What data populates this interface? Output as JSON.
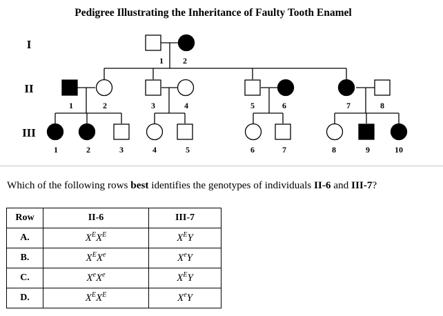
{
  "pedigree": {
    "title": "Pedigree Illustrating the Inheritance of Faulty Tooth Enamel",
    "generations": [
      "I",
      "II",
      "III"
    ],
    "individuals": [
      {
        "id": "I-1",
        "label": "1",
        "sex": "male",
        "affected": false
      },
      {
        "id": "I-2",
        "label": "2",
        "sex": "female",
        "affected": true
      },
      {
        "id": "II-1",
        "label": "1",
        "sex": "male",
        "affected": true
      },
      {
        "id": "II-2",
        "label": "2",
        "sex": "female",
        "affected": false
      },
      {
        "id": "II-3",
        "label": "3",
        "sex": "male",
        "affected": false
      },
      {
        "id": "II-4",
        "label": "4",
        "sex": "female",
        "affected": false
      },
      {
        "id": "II-5",
        "label": "5",
        "sex": "male",
        "affected": false
      },
      {
        "id": "II-6",
        "label": "6",
        "sex": "female",
        "affected": true
      },
      {
        "id": "II-7",
        "label": "7",
        "sex": "female",
        "affected": true
      },
      {
        "id": "II-8",
        "label": "8",
        "sex": "male",
        "affected": false
      },
      {
        "id": "III-1",
        "label": "1",
        "sex": "female",
        "affected": true
      },
      {
        "id": "III-2",
        "label": "2",
        "sex": "female",
        "affected": true
      },
      {
        "id": "III-3",
        "label": "3",
        "sex": "male",
        "affected": false
      },
      {
        "id": "III-4",
        "label": "4",
        "sex": "female",
        "affected": false
      },
      {
        "id": "III-5",
        "label": "5",
        "sex": "male",
        "affected": false
      },
      {
        "id": "III-6",
        "label": "6",
        "sex": "female",
        "affected": false
      },
      {
        "id": "III-7",
        "label": "7",
        "sex": "male",
        "affected": false
      },
      {
        "id": "III-8",
        "label": "8",
        "sex": "female",
        "affected": false
      },
      {
        "id": "III-9",
        "label": "9",
        "sex": "male",
        "affected": true
      },
      {
        "id": "III-10",
        "label": "10",
        "sex": "female",
        "affected": true
      }
    ]
  },
  "question": {
    "prefix": "Which of the following rows ",
    "emphasis": "best",
    "middle": " identifies the genotypes of individuals ",
    "person1": "II-6",
    "conj": " and ",
    "person2": "III-7",
    "suffix": "?"
  },
  "table": {
    "headers": [
      "Row",
      "II-6",
      "III-7"
    ],
    "rows": [
      {
        "row": "A.",
        "g1": [
          [
            "X",
            "E"
          ],
          [
            "X",
            "E"
          ]
        ],
        "g2": [
          [
            "X",
            "E"
          ],
          [
            "Y",
            ""
          ]
        ]
      },
      {
        "row": "B.",
        "g1": [
          [
            "X",
            "E"
          ],
          [
            "X",
            "e"
          ]
        ],
        "g2": [
          [
            "X",
            "e"
          ],
          [
            "Y",
            ""
          ]
        ]
      },
      {
        "row": "C.",
        "g1": [
          [
            "X",
            "e"
          ],
          [
            "X",
            "e"
          ]
        ],
        "g2": [
          [
            "X",
            "E"
          ],
          [
            "Y",
            ""
          ]
        ]
      },
      {
        "row": "D.",
        "g1": [
          [
            "X",
            "E"
          ],
          [
            "X",
            "E"
          ]
        ],
        "g2": [
          [
            "X",
            "e"
          ],
          [
            "Y",
            ""
          ]
        ]
      }
    ]
  }
}
